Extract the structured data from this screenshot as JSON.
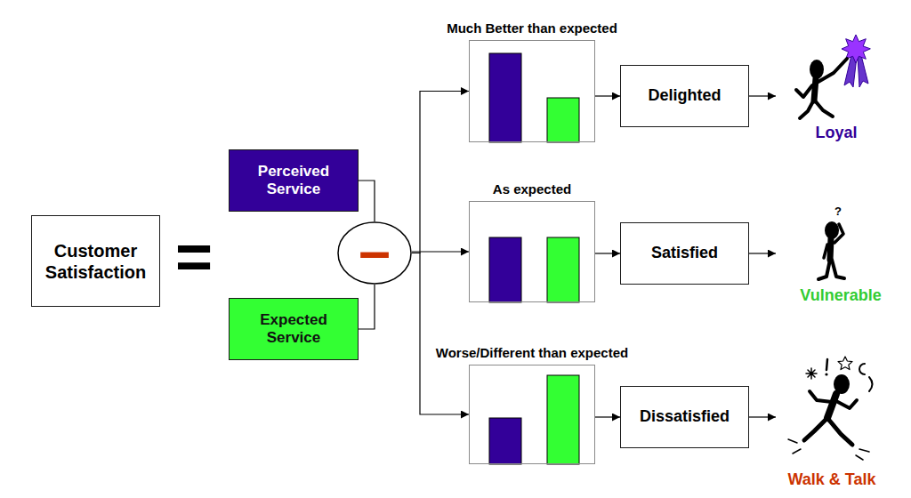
{
  "diagram": {
    "nodes": [
      {
        "text": [
          "Customer Satisfaction"
        ]
      },
      {
        "text": [
          "Perceived Service"
        ]
      },
      {
        "text": [
          "Expected Service"
        ]
      },
      {
        "text": [
          "–"
        ]
      },
      {
        "text": [
          "Much Better than expected"
        ]
      },
      {
        "text": [
          "Delighted"
        ]
      },
      {
        "text": [
          "As expected"
        ]
      },
      {
        "text": [
          "Satisfied"
        ]
      },
      {
        "text": [
          "Worse/Different than expected"
        ]
      },
      {
        "text": [
          "Dissatisfied"
        ]
      }
    ],
    "edges": [
      {
        "from": 1,
        "to": 3,
        "arrow": "none"
      },
      {
        "from": 2,
        "to": 3,
        "arrow": "none"
      },
      {
        "from": 3,
        "to": 4,
        "arrow": "to"
      },
      {
        "from": 3,
        "to": 6,
        "arrow": "to"
      },
      {
        "from": 3,
        "to": 8,
        "arrow": "to"
      },
      {
        "from": 4,
        "to": 5,
        "arrow": "to"
      },
      {
        "from": 6,
        "to": 7,
        "arrow": "to"
      },
      {
        "from": 8,
        "to": 9,
        "arrow": "to"
      }
    ],
    "labels": [
      "=",
      "Loyal",
      "?",
      "Vulnerable",
      "Walk & Talk"
    ]
  }
}
